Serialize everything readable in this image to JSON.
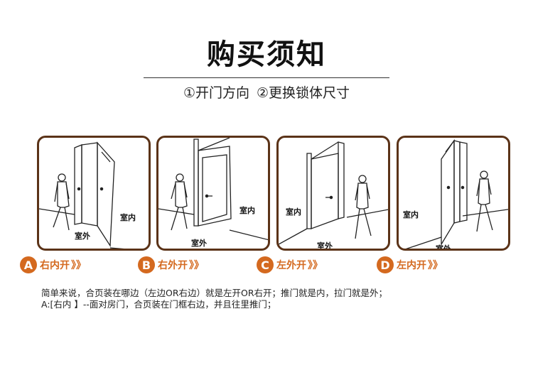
{
  "heading": {
    "title": "购买须知",
    "subtitle": "①开门方向  ②更换锁体尺寸"
  },
  "panels": [
    {
      "badge": "A",
      "caption": "右内开",
      "arrow": "》》",
      "label_inside": "室内",
      "label_outside": "室外"
    },
    {
      "badge": "B",
      "caption": "右外开",
      "arrow": "》》",
      "label_inside": "室内",
      "label_outside": "室外"
    },
    {
      "badge": "C",
      "caption": "左外开",
      "arrow": "》》",
      "label_inside": "室内",
      "label_outside": "室外"
    },
    {
      "badge": "D",
      "caption": "左内开",
      "arrow": "》》",
      "label_inside": "室内",
      "label_outside": "室外"
    }
  ],
  "notes": {
    "line1": "简单来说，合页装在哪边（左边OR右边）就是左开OR右开；推门就是内，拉门就是外；",
    "line2": "A:[右内 】--面对房门，合页装在门框右边，并且往里推门；"
  },
  "colors": {
    "frame": "#5b3318",
    "accent": "#d4691f"
  }
}
